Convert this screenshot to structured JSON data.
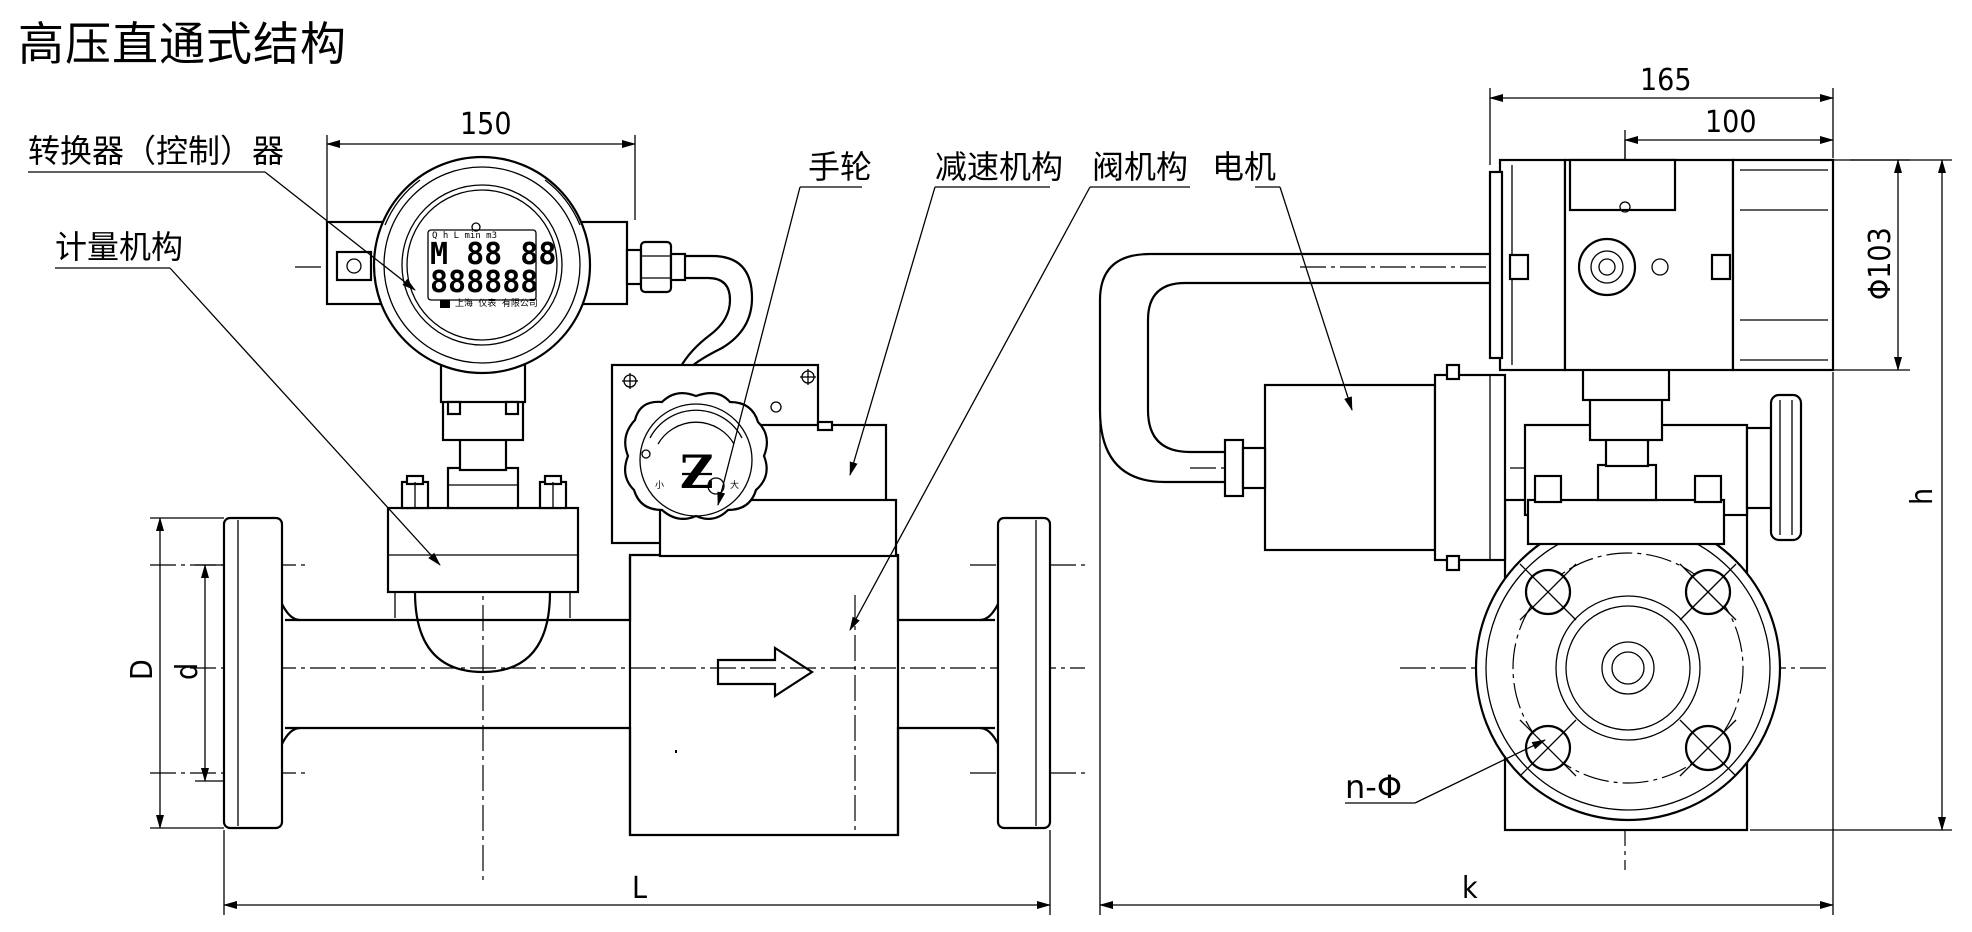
{
  "title": "高压直通式结构",
  "labels": {
    "converter": "转换器（控制）器",
    "metering": "计量机构",
    "handwheel": "手轮",
    "reducer": "减速机构",
    "valve": "阀机构",
    "motor": "电机",
    "holes": "n-Φ"
  },
  "dimensions": {
    "w150": "150",
    "w165": "165",
    "w100": "100",
    "phi103": "Φ103",
    "D": "D",
    "d": "d",
    "L": "L",
    "k": "k",
    "h": "h"
  },
  "display": {
    "line1": "M 88 88",
    "line2": "888888"
  }
}
